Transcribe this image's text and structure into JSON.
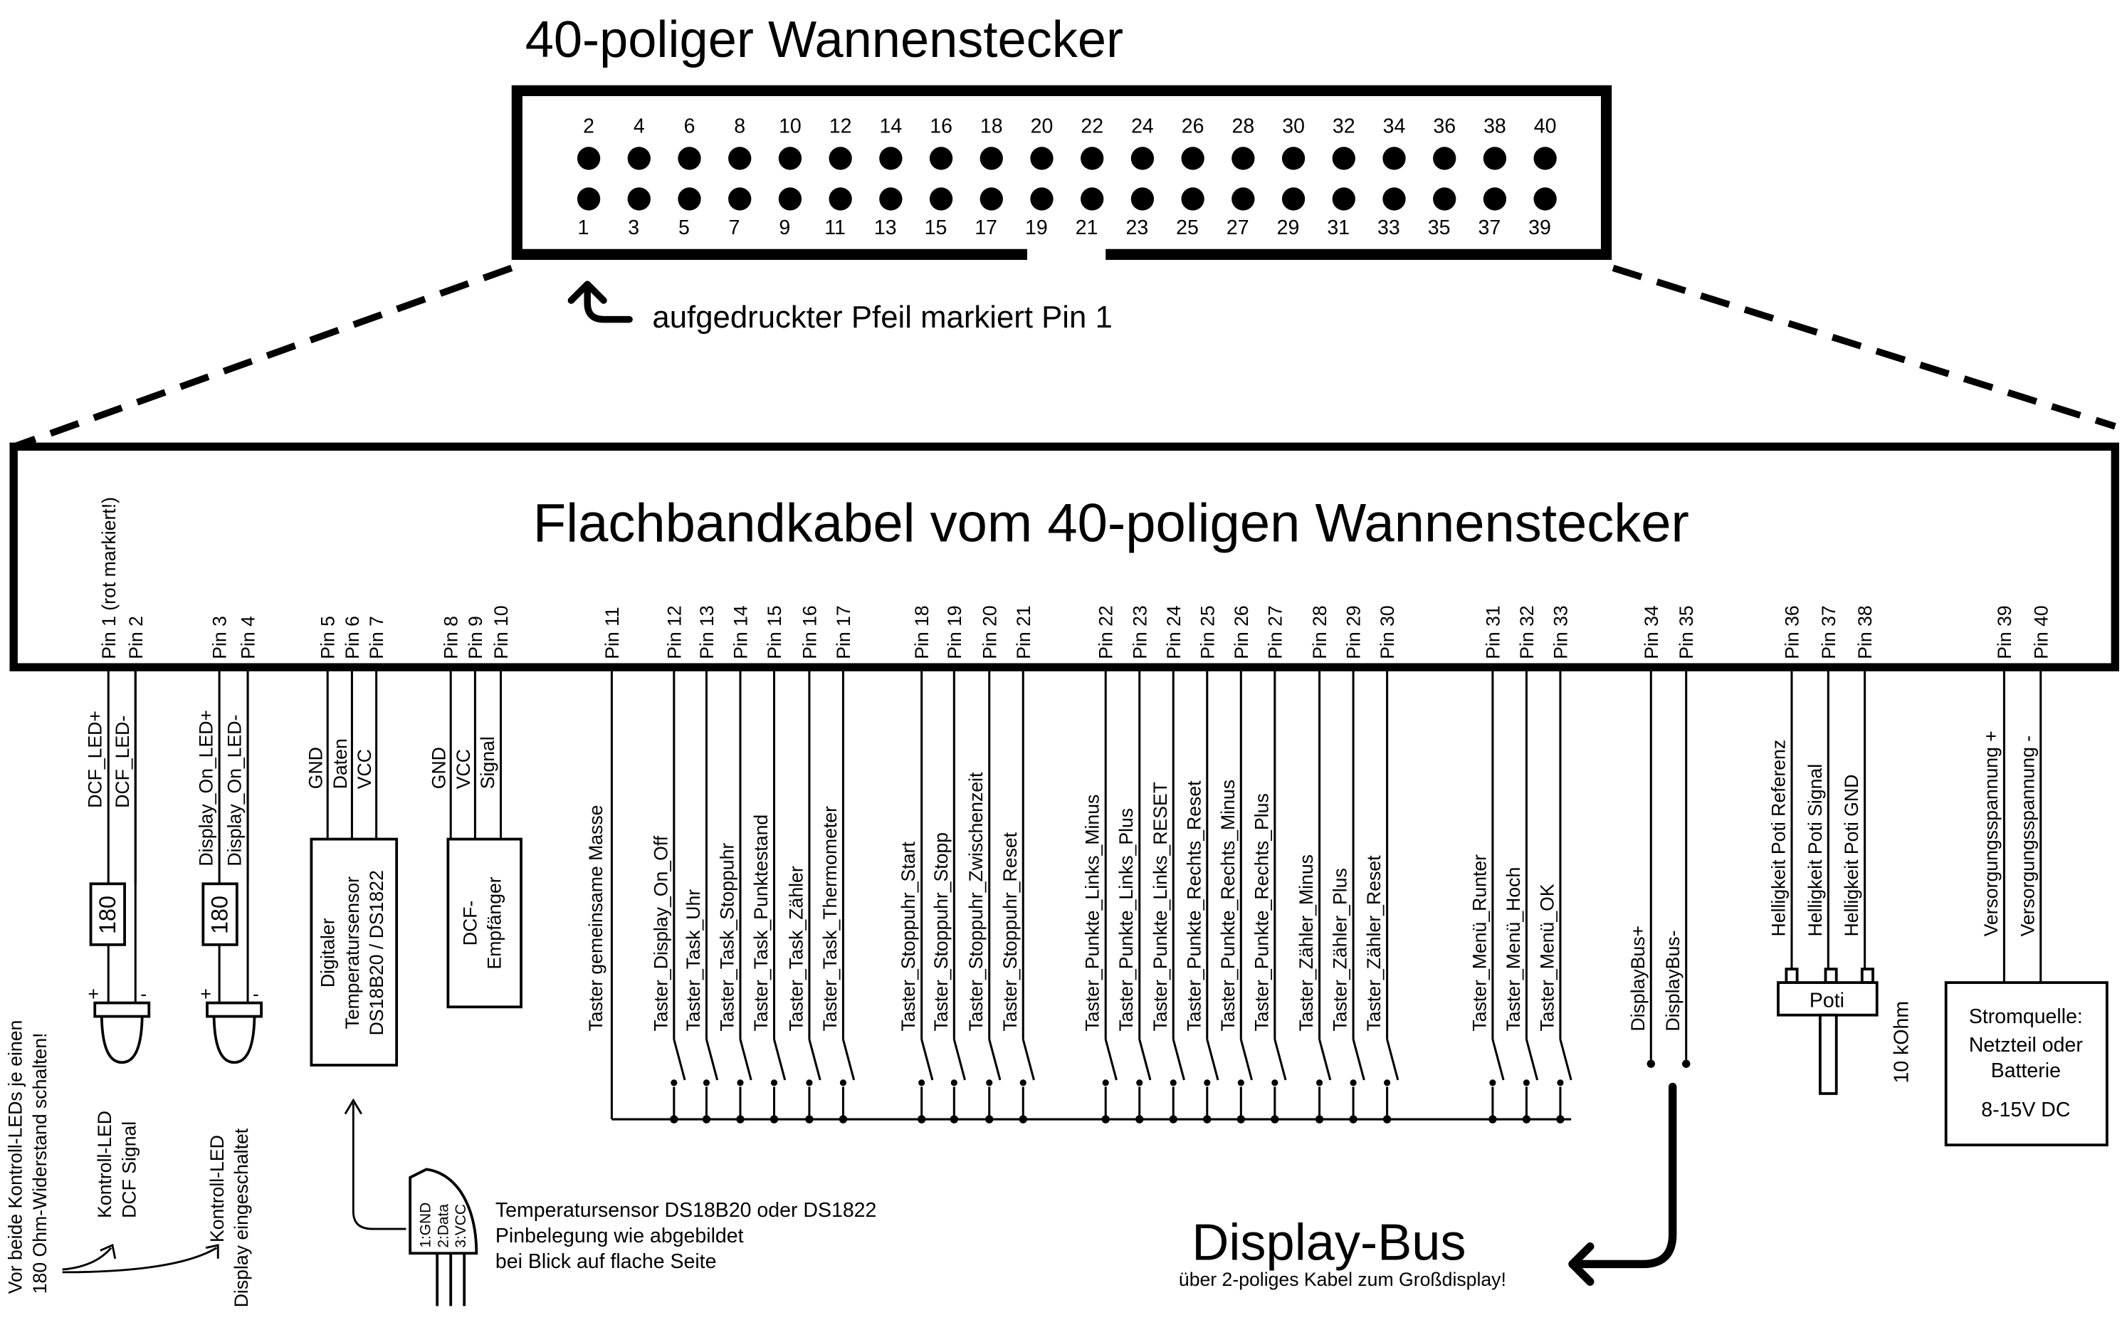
{
  "connector": {
    "title": "40-poliger Wannenstecker",
    "arrow_note": "aufgedruckter Pfeil markiert Pin 1",
    "top_row": [
      "2",
      "4",
      "6",
      "8",
      "10",
      "12",
      "14",
      "16",
      "18",
      "20",
      "22",
      "24",
      "26",
      "28",
      "30",
      "32",
      "34",
      "36",
      "38",
      "40"
    ],
    "bottom_row": [
      "1",
      "3",
      "5",
      "7",
      "9",
      "11",
      "13",
      "15",
      "17",
      "19",
      "21",
      "23",
      "25",
      "27",
      "29",
      "31",
      "33",
      "35",
      "37",
      "39"
    ]
  },
  "cable": {
    "title": "Flachbandkabel vom 40-poligen Wannenstecker",
    "pins": [
      "Pin 1  (rot markiert!)",
      "Pin 2",
      "Pin 3",
      "Pin 4",
      "Pin 5",
      "Pin 6",
      "Pin 7",
      "Pin 8",
      "Pin 9",
      "Pin 10",
      "Pin 11",
      "Pin 12",
      "Pin 13",
      "Pin 14",
      "Pin 15",
      "Pin 16",
      "Pin 17",
      "Pin 18",
      "Pin 19",
      "Pin 20",
      "Pin 21",
      "Pin 22",
      "Pin 23",
      "Pin 24",
      "Pin 25",
      "Pin 26",
      "Pin 27",
      "Pin 28",
      "Pin 29",
      "Pin 30",
      "Pin 31",
      "Pin 32",
      "Pin 33",
      "Pin 34",
      "Pin 35",
      "Pin 36",
      "Pin 37",
      "Pin 38",
      "Pin 39",
      "Pin 40"
    ]
  },
  "signals": {
    "pin1": "DCF_LED+",
    "pin2": "DCF_LED-",
    "pin3": "Display_On_LED+",
    "pin4": "Display_On_LED-",
    "pin5": "GND",
    "pin6": "Daten",
    "pin7": "VCC",
    "pin8": "GND",
    "pin9": "VCC",
    "pin10": "Signal",
    "pin11": "Taster gemeinsame Masse",
    "pin12": "Taster_Display_On_Off",
    "pin13": "Taster_Task_Uhr",
    "pin14": "Taster_Task_Stoppuhr",
    "pin15": "Taster_Task_Punktestand",
    "pin16": "Taster_Task_Zähler",
    "pin17": "Taster_Task_Thermometer",
    "pin18": "Taster_Stoppuhr_Start",
    "pin19": "Taster_Stoppuhr_Stopp",
    "pin20": "Taster_Stoppuhr_Zwischenzeit",
    "pin21": "Taster_Stoppuhr_Reset",
    "pin22": "Taster_Punkte_Links_Minus",
    "pin23": "Taster_Punkte_Links_Plus",
    "pin24": "Taster_Punkte_Links_RESET",
    "pin25": "Taster_Punkte_Rechts_Reset",
    "pin26": "Taster_Punkte_Rechts_Minus",
    "pin27": "Taster_Punkte_Rechts_Plus",
    "pin28": "Taster_Zähler_Minus",
    "pin29": "Taster_Zähler_Plus",
    "pin30": "Taster_Zähler_Reset",
    "pin31": "Taster_Menü_Runter",
    "pin32": "Taster_Menü_Hoch",
    "pin33": "Taster_Menü_OK",
    "pin34": "DisplayBus+",
    "pin35": "DisplayBus-",
    "pin36": "Helligkeit Poti Referenz",
    "pin37": "Helligkeit Poti Signal",
    "pin38": "Helligkeit Poti GND",
    "pin39": "Versorgungsspannung +",
    "pin40": "Versorgungsspannung -"
  },
  "components": {
    "resistor_value": "180",
    "led_plus": "+",
    "led_minus": "-",
    "led1_label": [
      "Kontroll-LED",
      "DCF Signal"
    ],
    "led2_label": [
      "Kontroll-LED",
      "Display eingeschaltet"
    ],
    "temp_box": [
      "Digitaler",
      "Temperatursensor",
      "DS18B20 / DS1822"
    ],
    "dcf_box": [
      "DCF-",
      "Empfänger"
    ],
    "poti_label": "Poti",
    "poti_value": "10 kOhm",
    "power_box": [
      "Stromquelle:",
      "Netzteil oder",
      "Batterie",
      "8-15V DC"
    ],
    "sensor_pins": [
      "1:GND",
      "2:Data",
      "3:VCC"
    ]
  },
  "notes": {
    "resistor_note": [
      "Vor beide Kontroll-LEDs je einen",
      "180 Ohm-Widerstand schalten!"
    ],
    "sensor_note": [
      "Temperatursensor DS18B20 oder DS1822",
      "Pinbelegung wie abgebildet",
      "bei Blick auf flache Seite"
    ],
    "display_bus_title": "Display-Bus",
    "display_bus_sub": "über 2-poliges Kabel zum Großdisplay!"
  }
}
